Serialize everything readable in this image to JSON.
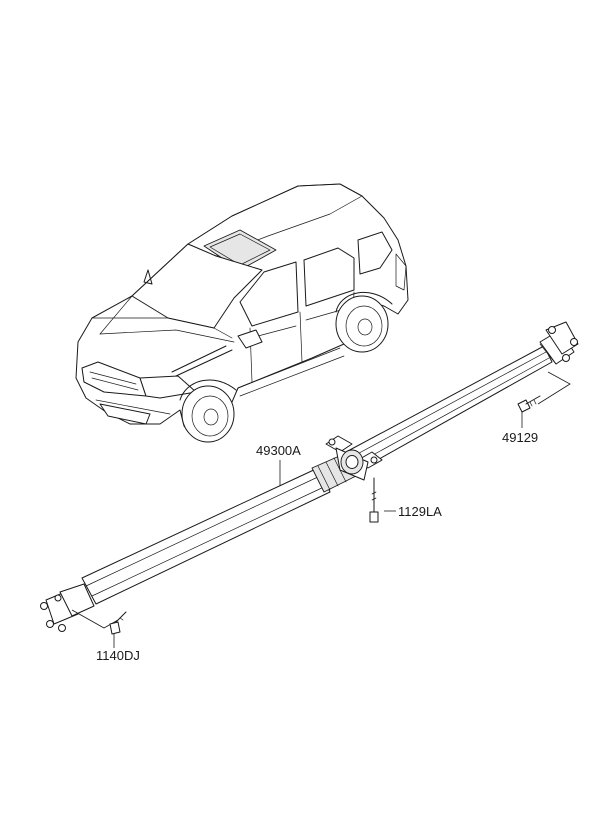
{
  "callouts": {
    "propeller_shaft": "49300A",
    "rear_bolt": "49129",
    "bearing_bolt": "1129LA",
    "front_bolt": "1140DJ"
  }
}
